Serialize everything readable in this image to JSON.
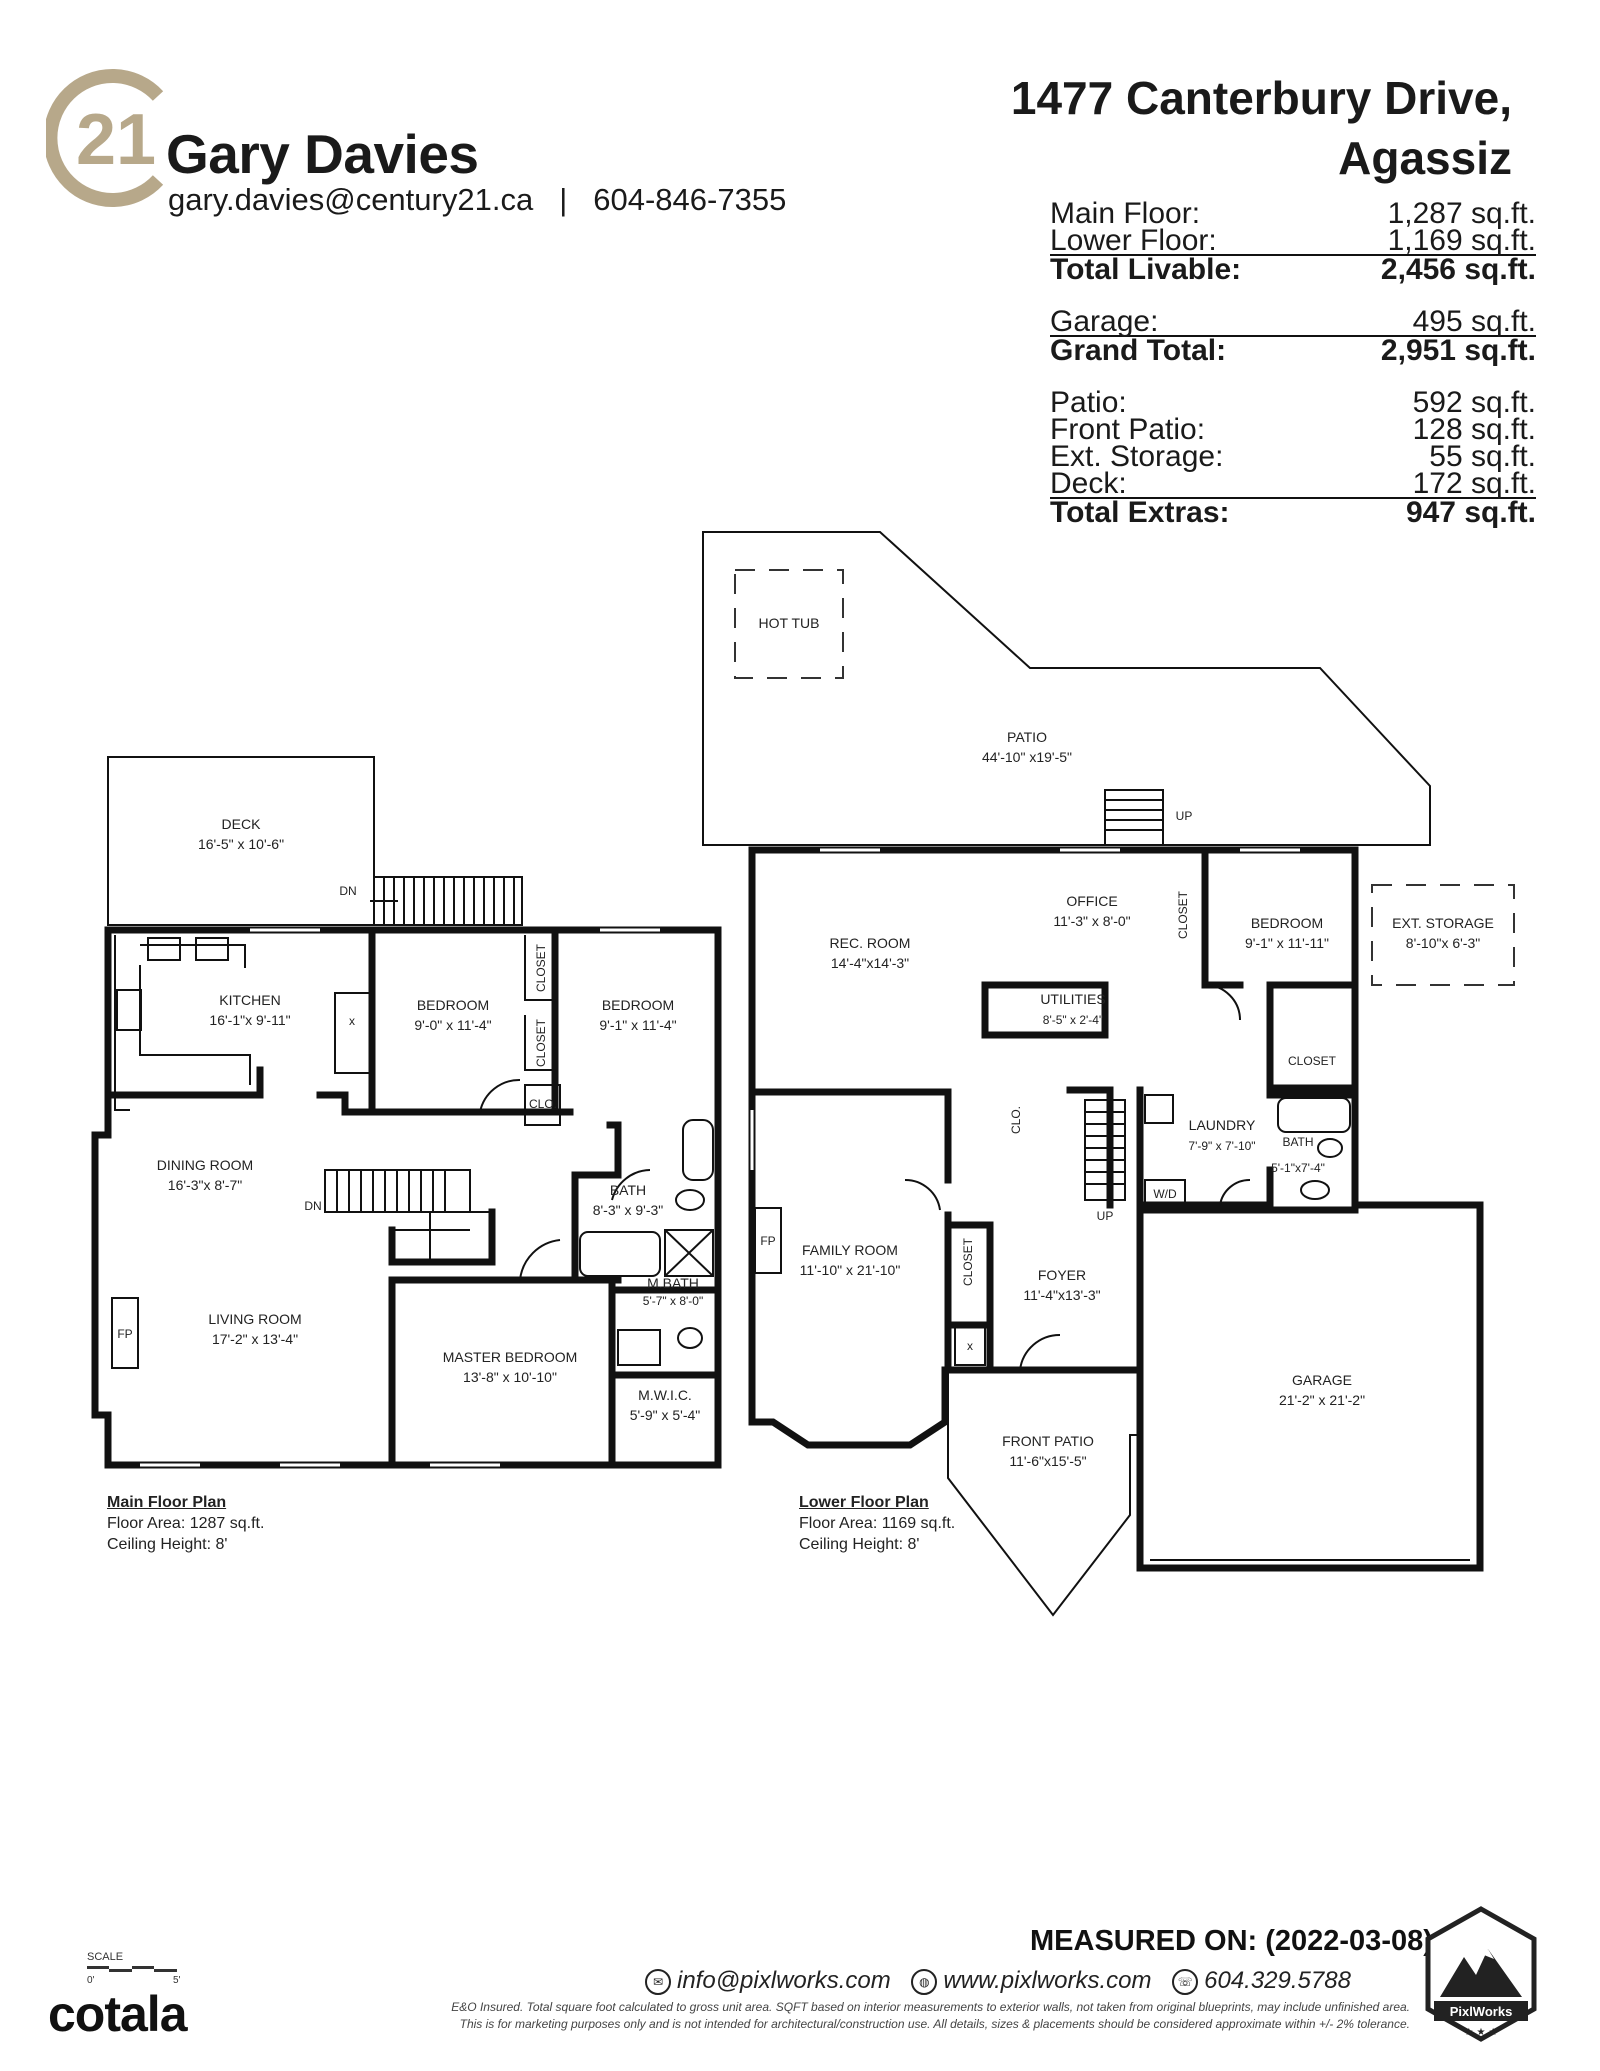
{
  "agent": {
    "logo_text": "21",
    "name": "Gary Davies",
    "email": "gary.davies@century21.ca",
    "separator": "|",
    "phone": "604-846-7355"
  },
  "address": {
    "line1": "1477 Canterbury Drive,",
    "line2": "Agassiz"
  },
  "areas": {
    "main_floor": {
      "label": "Main Floor:",
      "value": "1,287 sq.ft."
    },
    "lower_floor": {
      "label": "Lower Floor:",
      "value": "1,169 sq.ft."
    },
    "total_livable": {
      "label": "Total Livable:",
      "value": "2,456 sq.ft."
    },
    "garage": {
      "label": "Garage:",
      "value": "495 sq.ft."
    },
    "grand_total": {
      "label": "Grand Total:",
      "value": "2,951 sq.ft."
    },
    "patio": {
      "label": "Patio:",
      "value": "592 sq.ft."
    },
    "front_patio": {
      "label": "Front Patio:",
      "value": "128 sq.ft."
    },
    "ext_storage": {
      "label": "Ext. Storage:",
      "value": "55 sq.ft."
    },
    "deck": {
      "label": "Deck:",
      "value": "172 sq.ft."
    },
    "total_extras": {
      "label": "Total Extras:",
      "value": "947 sq.ft."
    }
  },
  "main_floor": {
    "rooms": {
      "deck": {
        "name": "DECK",
        "dims": "16'-5\" x 10'-6\""
      },
      "kitchen": {
        "name": "KITCHEN",
        "dims": "16'-1\"x 9'-11\""
      },
      "bedroom_1": {
        "name": "BEDROOM",
        "dims": "9'-0\" x 11'-4\""
      },
      "bedroom_2": {
        "name": "BEDROOM",
        "dims": "9'-1\" x 11'-4\""
      },
      "dining": {
        "name": "DINING ROOM",
        "dims": "16'-3\"x 8'-7\""
      },
      "living": {
        "name": "LIVING ROOM",
        "dims": "17'-2\" x 13'-4\""
      },
      "bath": {
        "name": "BATH",
        "dims": "8'-3\" x 9'-3\""
      },
      "mbath": {
        "name": "M.BATH",
        "dims": "5'-7\" x 8'-0\""
      },
      "master": {
        "name": "MASTER BEDROOM",
        "dims": "13'-8\" x 10'-10\""
      },
      "mwic": {
        "name": "M.W.I.C.",
        "dims": "5'-9\" x 5'-4\""
      }
    },
    "labels": {
      "closet": "CLOSET",
      "clo": "CLO.",
      "dn": "DN",
      "fp": "FP",
      "x": "x"
    },
    "caption": {
      "title": "Main Floor Plan",
      "area": "Floor Area: 1287 sq.ft.",
      "ceiling": "Ceiling Height: 8'"
    }
  },
  "lower_floor": {
    "rooms": {
      "hot_tub": {
        "name": "HOT TUB"
      },
      "patio": {
        "name": "PATIO",
        "dims": "44'-10\"  x19'-5\""
      },
      "office": {
        "name": "OFFICE",
        "dims": "11'-3\" x 8'-0\""
      },
      "rec": {
        "name": "REC. ROOM",
        "dims": "14'-4\"x14'-3\""
      },
      "bedroom": {
        "name": "BEDROOM",
        "dims": "9'-1\" x 11'-11\""
      },
      "ext_storage": {
        "name": "EXT. STORAGE",
        "dims": "8'-10\"x 6'-3\""
      },
      "utilities": {
        "name": "UTILITIES",
        "dims": "8'-5\" x 2'-4\""
      },
      "laundry": {
        "name": "LAUNDRY",
        "dims": "7'-9\" x 7'-10\""
      },
      "bath": {
        "name": "BATH",
        "dims": "5'-1\"x7'-4\""
      },
      "family": {
        "name": "FAMILY ROOM",
        "dims": "11'-10\" x 21'-10\""
      },
      "foyer": {
        "name": "FOYER",
        "dims": "11'-4\"x13'-3\""
      },
      "front_patio": {
        "name": "FRONT PATIO",
        "dims": "11'-6\"x15'-5\""
      },
      "garage": {
        "name": "GARAGE",
        "dims": "21'-2\" x 21'-2\""
      }
    },
    "labels": {
      "closet": "CLOSET",
      "clo": "CLO.",
      "up": "UP",
      "fp": "FP",
      "wd": "W/D",
      "x": "x"
    },
    "caption": {
      "title": "Lower Floor Plan",
      "area": "Floor Area: 1169 sq.ft.",
      "ceiling": "Ceiling Height: 8'"
    }
  },
  "footer": {
    "measured": "MEASURED ON: (2022-03-08)",
    "email": "info@pixlworks.com",
    "website": "www.pixlworks.com",
    "phone": "604.329.5788",
    "disclaimer1": "E&O Insured.  Total square foot calculated to gross unit area. SQFT based on interior measurements to exterior walls, not taken from original blueprints, may include unfinished area.",
    "disclaimer2": "This is for marketing purposes only and is not intended for architectural/construction use.  All details, sizes & placements should be considered approximate within +/- 2%  tolerance.",
    "scale_label": "SCALE",
    "scale_start": "0'",
    "scale_end": "5'",
    "cotala": "cotala",
    "badge_text": "PixlWorks"
  }
}
